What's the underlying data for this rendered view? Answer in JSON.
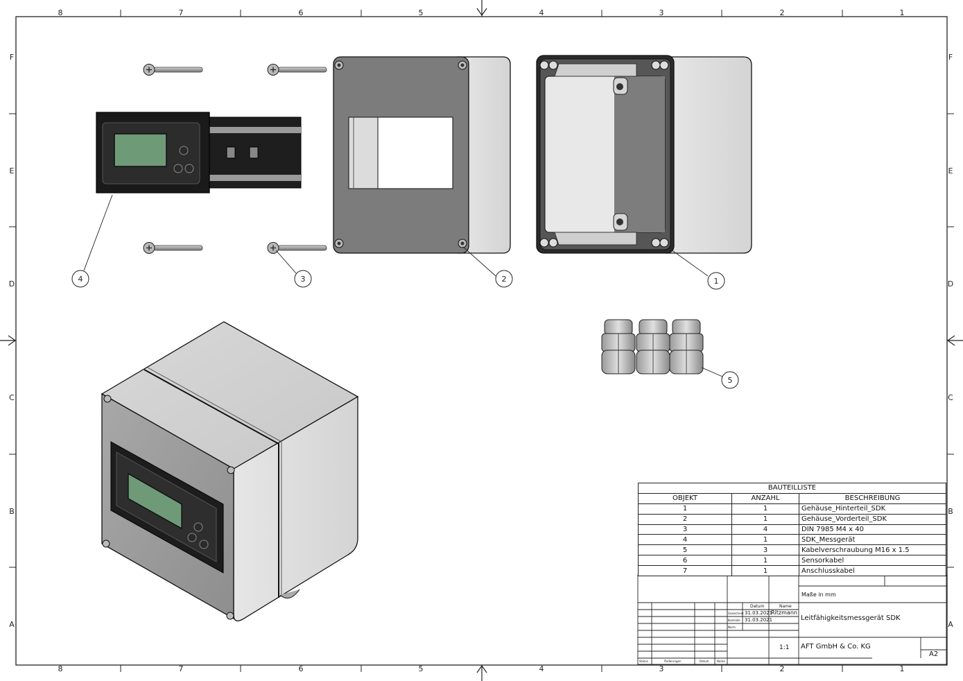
{
  "frame": {
    "col_labels": [
      "8",
      "7",
      "6",
      "5",
      "4",
      "3",
      "2",
      "1"
    ],
    "row_labels": [
      "F",
      "E",
      "D",
      "C",
      "B",
      "A"
    ]
  },
  "balloons": [
    "1",
    "2",
    "3",
    "4",
    "5"
  ],
  "bom": {
    "title": "BAUTEILLISTE",
    "headers": [
      "OBJEKT",
      "ANZAHL",
      "BESCHREIBUNG"
    ],
    "rows": [
      {
        "obj": "1",
        "qty": "1",
        "desc": "Gehäuse_Hinterteil_SDK"
      },
      {
        "obj": "2",
        "qty": "1",
        "desc": "Gehäuse_Vorderteil_SDK"
      },
      {
        "obj": "3",
        "qty": "4",
        "desc": "DIN 7985 M4 x 40"
      },
      {
        "obj": "4",
        "qty": "1",
        "desc": "SDK_Messgerät"
      },
      {
        "obj": "5",
        "qty": "3",
        "desc": "Kabelverschraubung M16 x 1.5"
      },
      {
        "obj": "6",
        "qty": "1",
        "desc": "Sensorkabel"
      },
      {
        "obj": "7",
        "qty": "1",
        "desc": "Anschlusskabel"
      }
    ]
  },
  "title_block": {
    "units": "Maße in mm",
    "datum_header": "Datum",
    "name_header": "Name",
    "gezeichnet_label": "Gezeichnet",
    "kontrolle_label": "Kontrolle",
    "norm_label": "Norm",
    "drawn_date": "31.03.2021",
    "drawn_name": "Ritzmann",
    "checked_date": "31.03.2021",
    "drawing_title": "Leitfähigkeitsmessgerät SDK",
    "scale": "1:1",
    "company": "AFT GmbH & Co. KG",
    "sheet_format": "A2",
    "rev_status": "Status",
    "rev_changes": "Änderungen",
    "rev_date": "Datum",
    "rev_name": "Name"
  }
}
